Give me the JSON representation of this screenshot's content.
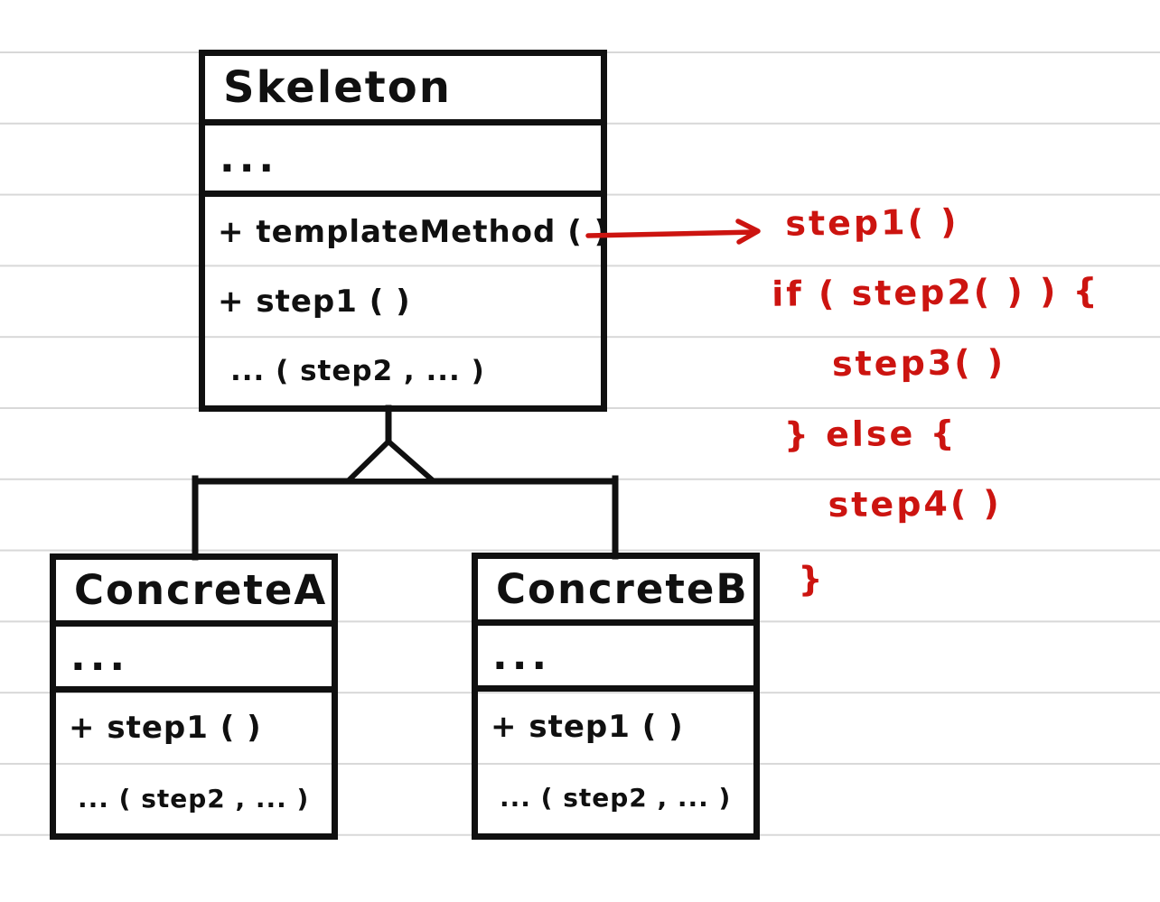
{
  "diagram": {
    "kind": "hand-drawn UML class diagram",
    "pattern": "Template Method"
  },
  "classes": {
    "skeleton": {
      "name": "Skeleton",
      "attributes": "...",
      "methods": [
        "+ templateMethod ( )",
        "+ step1 ( )",
        "... ( step2 , ... )"
      ]
    },
    "concreteA": {
      "name": "ConcreteA",
      "attributes": "...",
      "methods": [
        "+ step1 ( )",
        "... ( step2 , ... )"
      ]
    },
    "concreteB": {
      "name": "ConcreteB",
      "attributes": "...",
      "methods": [
        "+ step1 ( )",
        "... ( step2 , ... )"
      ]
    }
  },
  "annotation": {
    "lines": [
      "step1( )",
      "if ( step2( ) ) {",
      "step3( )",
      "} else {",
      "step4( )",
      "}"
    ]
  },
  "colors": {
    "ink": "#101010",
    "annotation_red": "#cc1410",
    "ruling": "#d8d8d8",
    "background": "#ffffff"
  }
}
